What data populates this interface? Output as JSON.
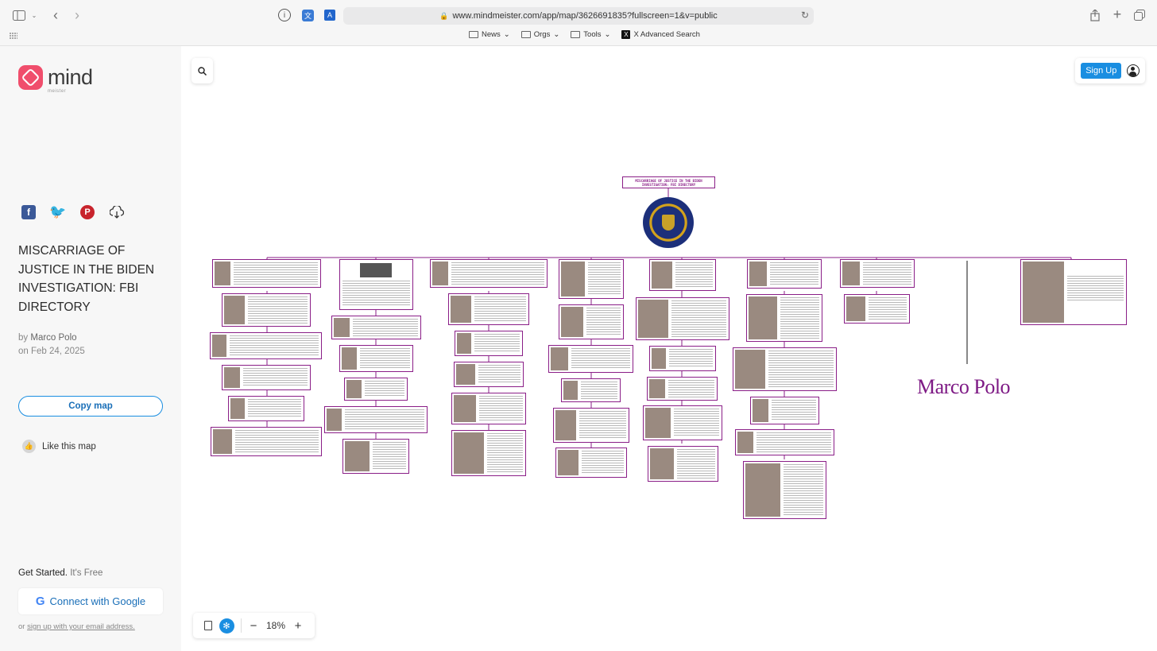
{
  "browser": {
    "url": "www.mindmeister.com/app/map/3626691835?fullscreen=1&v=public",
    "bookmarks": [
      {
        "label": "News",
        "type": "folder"
      },
      {
        "label": "Orgs",
        "type": "folder"
      },
      {
        "label": "Tools",
        "type": "folder"
      },
      {
        "label": "X Advanced Search",
        "type": "link"
      }
    ]
  },
  "sidebar": {
    "brand": "mind",
    "brand_sub": "meister",
    "title": "MISCARRIAGE OF JUSTICE IN THE BIDEN INVESTIGATION: FBI DIRECTORY",
    "by_prefix": "by",
    "author": "Marco Polo",
    "date": "on Feb 24, 2025",
    "copy_button": "Copy map",
    "like_label": "Like this map",
    "get_started": "Get Started.",
    "its_free": "It's Free",
    "google_button": "Connect with Google",
    "or_text": "or",
    "signup_email_link": "sign up with your email address."
  },
  "canvas": {
    "signup_button": "Sign Up",
    "zoom_level": "18%",
    "zoom_out": "−",
    "zoom_in": "+",
    "root_title": "MISCARRIAGE OF JUSTICE IN THE BIDEN INVESTIGATION: FBI DIRECTORY",
    "brand_logo_text": "Marco Polo"
  },
  "colors": {
    "accent": "#1a8ee1",
    "node_border": "#8a1e87",
    "brand_logo": "#f04e6c"
  }
}
